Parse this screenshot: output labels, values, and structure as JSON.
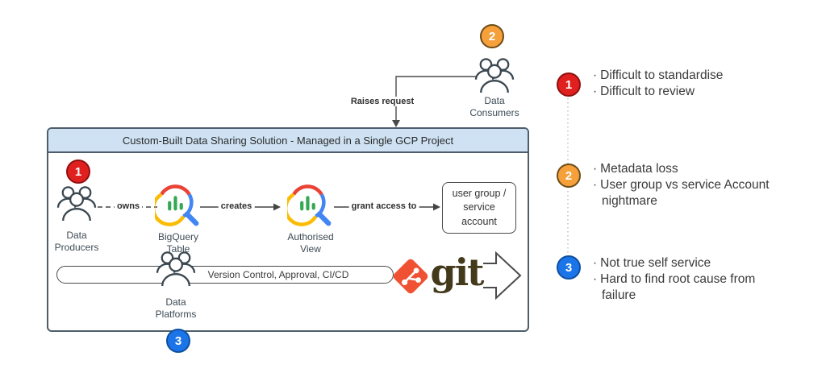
{
  "ui": {
    "bullet_char": "·"
  },
  "consumers": {
    "badge": "2",
    "label_lines": [
      "Data",
      "Consumers"
    ]
  },
  "raises_request_label": "Raises request",
  "container": {
    "title": "Custom-Built Data Sharing Solution - Managed in a Single GCP Project"
  },
  "producers": {
    "badge": "1",
    "label_lines": [
      "Data",
      "Producers"
    ]
  },
  "bigquery_table": {
    "label_lines": [
      "BigQuery",
      "Table"
    ]
  },
  "authorised_view": {
    "label_lines": [
      "Authorised",
      "View"
    ]
  },
  "edge_labels": {
    "owns": "owns",
    "creates": "creates",
    "grant_access": "grant access to"
  },
  "user_group_box": {
    "lines": [
      "user group /",
      "service",
      "account"
    ]
  },
  "pipeline": {
    "label": "Version Control, Approval, CI/CD",
    "git_wordmark": "git",
    "platforms": {
      "label_lines": [
        "Data",
        "Platforms"
      ],
      "badge": "3"
    }
  },
  "issues": [
    {
      "num": "1",
      "color": "#E0201F",
      "bullets": [
        "Difficult to standardise",
        "Difficult to review"
      ]
    },
    {
      "num": "2",
      "color": "#F6A03C",
      "bullets": [
        "Metadata loss",
        "User group vs service Account nightmare"
      ]
    },
    {
      "num": "3",
      "color": "#1B74E8",
      "bullets": [
        "Not true self service",
        "Hard to find root cause from failure"
      ]
    }
  ],
  "colors": {
    "badge_red": "#E0201F",
    "badge_orange": "#F6A03C",
    "badge_blue": "#1B74E8",
    "header_fill": "#CFE2F3",
    "git_orange": "#F05133",
    "git_text": "#43391B",
    "google_red": "#EA4335",
    "google_blue": "#4285F4",
    "google_yellow": "#FBBC05",
    "google_green": "#34A853"
  }
}
